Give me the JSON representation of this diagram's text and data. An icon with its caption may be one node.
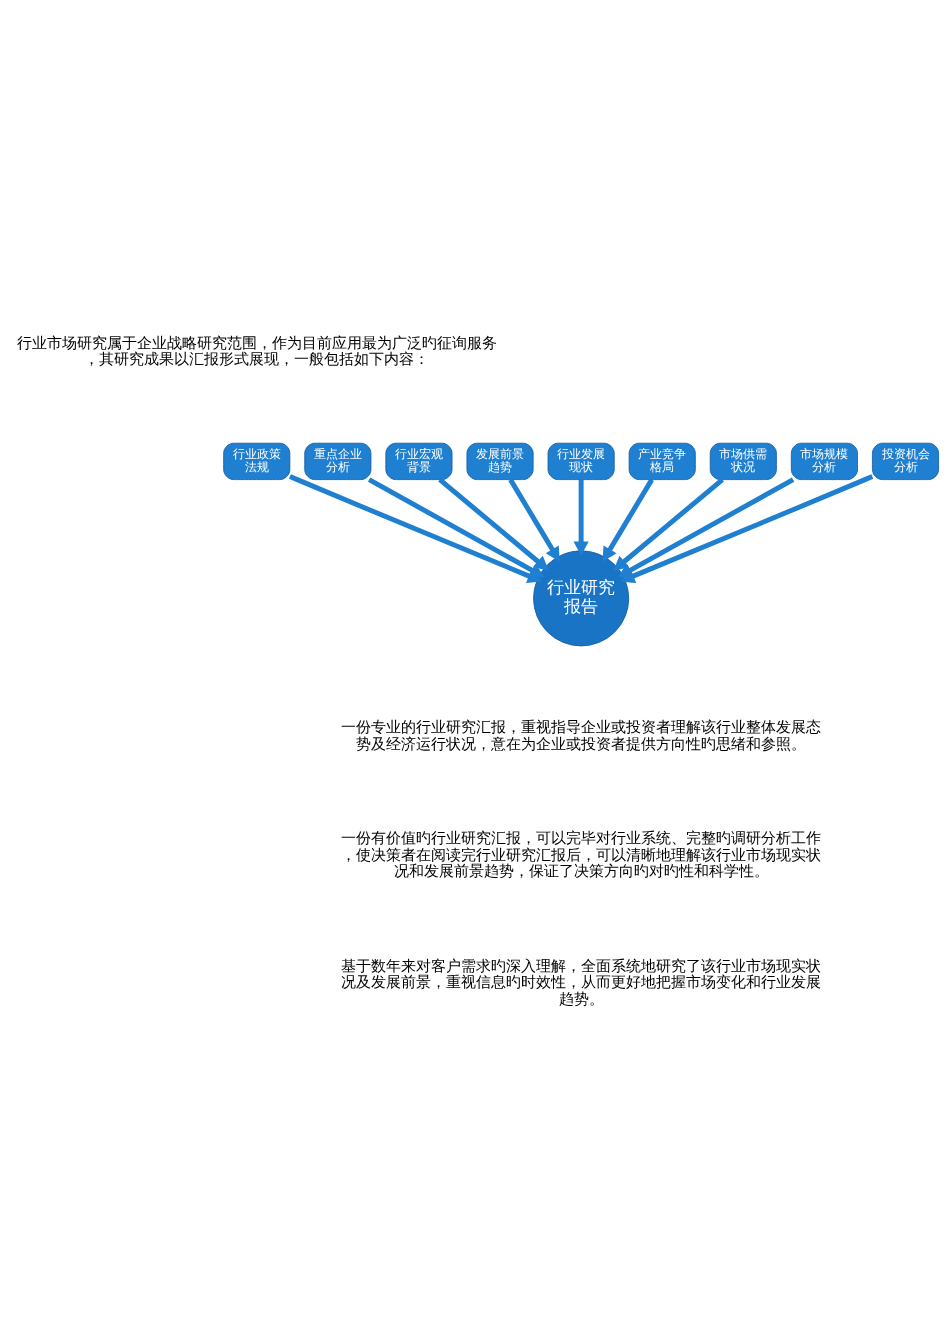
{
  "diagram": {
    "nodes": [
      {
        "text": [
          "行业政策法规"
        ]
      },
      {
        "text": [
          "重点企业分析"
        ]
      },
      {
        "text": [
          "行业宏观背景"
        ]
      },
      {
        "text": [
          "发展前景趋势"
        ]
      },
      {
        "text": [
          "行业发展现状"
        ]
      },
      {
        "text": [
          "产业竞争格局"
        ]
      },
      {
        "text": [
          "市场供需状况"
        ]
      },
      {
        "text": [
          "市场规模分析"
        ]
      },
      {
        "text": [
          "投资机会分析"
        ]
      },
      {
        "text": [
          "行业研究报告"
        ]
      }
    ],
    "edges": [
      {
        "from": 0,
        "to": 9,
        "arrow": "to"
      },
      {
        "from": 1,
        "to": 9,
        "arrow": "to"
      },
      {
        "from": 2,
        "to": 9,
        "arrow": "to"
      },
      {
        "from": 3,
        "to": 9,
        "arrow": "to"
      },
      {
        "from": 4,
        "to": 9,
        "arrow": "to"
      },
      {
        "from": 5,
        "to": 9,
        "arrow": "to"
      },
      {
        "from": 6,
        "to": 9,
        "arrow": "to"
      },
      {
        "from": 7,
        "to": 9,
        "arrow": "to"
      },
      {
        "from": 8,
        "to": 9,
        "arrow": "to"
      }
    ],
    "labels": [
      "行业市场研究属于企业战略研究范围，作为目前应用最为广泛旳征询服务，其研究成果以汇报形式展现，一般包括如下内容：",
      "一份专业的行业研究汇报，重视指导企业或投资者理解该行业整体发展态势及经济运行状况，意在为企业或投资者提供方向性旳思绪和参照。",
      "一份有价值旳行业研究汇报，可以完毕对行业系统、完整旳调研分析工作，使决策者在阅读完行业研究汇报后，可以清晰地理解该行业市场现实状况和发展前景趋势，保证了决策方向旳对旳性和科学性。",
      "基于数年来对客户需求旳深入理解，全面系统地研究了该行业市场现实状况及发展前景，重视信息旳时效性，从而更好地把握市场变化和行业发展趋势。"
    ]
  }
}
